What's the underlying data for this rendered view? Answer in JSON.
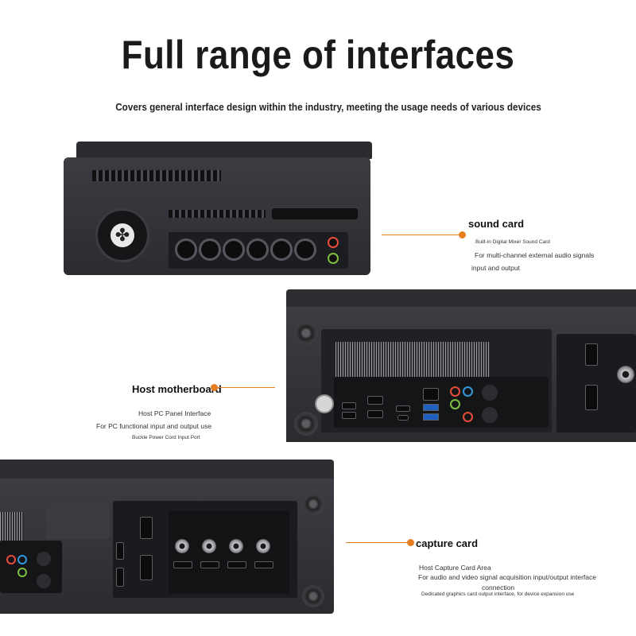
{
  "header": {
    "title": "Full range of interfaces",
    "subtitle": "Covers general interface design within the industry, meeting the usage needs of various devices"
  },
  "sound_card": {
    "heading": "sound card",
    "line1": "Built-in Digital Mixer Sound Card",
    "line2": "For multi-channel external audio signals",
    "line3": "input and output"
  },
  "host_motherboard": {
    "heading": "Host motherboard",
    "line1": "Host PC Panel Interface",
    "line2": "For PC functional input and output use",
    "line3": "Buckle Power Cord Input Port"
  },
  "capture_card": {
    "heading": "capture card",
    "line1": "Host Capture Card Area",
    "line2": "For audio and video signal acquisition input/output interface",
    "line3": "connection",
    "line4": "Dedicated graphics card output interface, for device expansion use"
  },
  "colors": {
    "accent": "#e67e22",
    "chassis": "#2f3135"
  }
}
